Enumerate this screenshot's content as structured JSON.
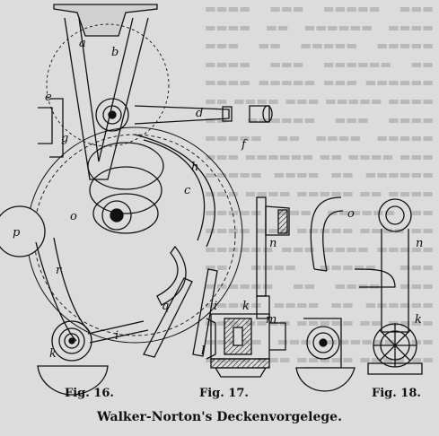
{
  "figures": [
    {
      "caption": "Fig. 16."
    },
    {
      "caption": "Fig. 17."
    },
    {
      "caption": "Fig. 18."
    }
  ],
  "title": "Walker-Norton's Deckenvorgelege.",
  "part_labels": {
    "fig16": [
      "a",
      "b",
      "c",
      "d",
      "e",
      "f",
      "g",
      "h",
      "i",
      "k",
      "o",
      "p",
      "q",
      "r"
    ],
    "fig17": [
      "i",
      "k",
      "m",
      "n",
      "l"
    ],
    "fig18": [
      "o",
      "n",
      "k"
    ]
  },
  "colors": {
    "paper": "#dcdcdc",
    "ink": "#111111"
  }
}
